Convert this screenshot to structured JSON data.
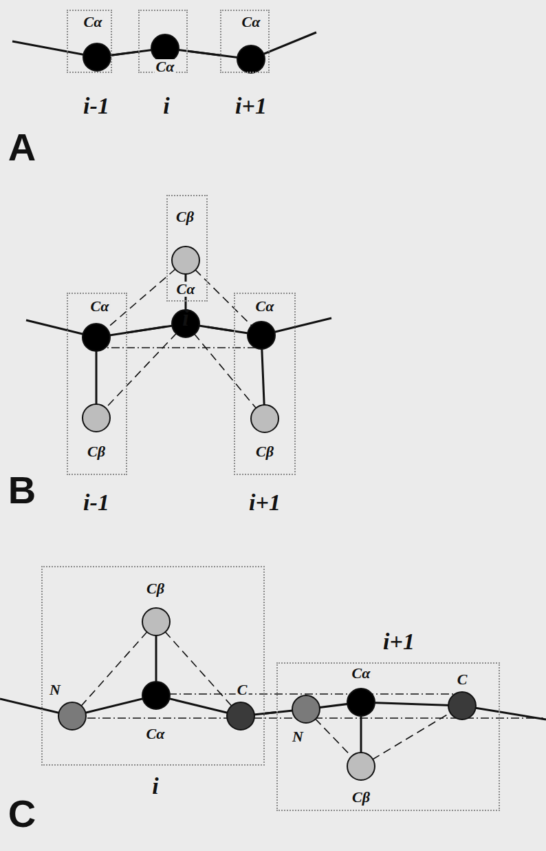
{
  "diagram": {
    "nodes": [
      {
        "text": [
          "Cα",
          "i-1"
        ]
      },
      {
        "text": [
          "Cα",
          "i"
        ]
      },
      {
        "text": [
          "Cα",
          "i+1"
        ]
      },
      {
        "text": [
          "Cα",
          "Cβ",
          "i-1"
        ]
      },
      {
        "text": [
          "Cβ",
          "Cα",
          "i"
        ]
      },
      {
        "text": [
          "Cα",
          "Cβ",
          "i+1"
        ]
      },
      {
        "text": [
          "Cβ",
          "N",
          "C",
          "Cα",
          "i"
        ]
      },
      {
        "text": [
          "i+1",
          "Cα",
          "N",
          "C",
          "Cβ"
        ]
      }
    ],
    "edges": [
      {
        "from": 0,
        "to": 1,
        "arrow": "none"
      },
      {
        "from": 1,
        "to": 2,
        "arrow": "none"
      },
      {
        "from": 3,
        "to": 4,
        "arrow": "none"
      },
      {
        "from": 4,
        "to": 5,
        "arrow": "none"
      },
      {
        "from": 6,
        "to": 7,
        "arrow": "none"
      }
    ],
    "labels": [
      "A",
      "B",
      "C"
    ]
  }
}
